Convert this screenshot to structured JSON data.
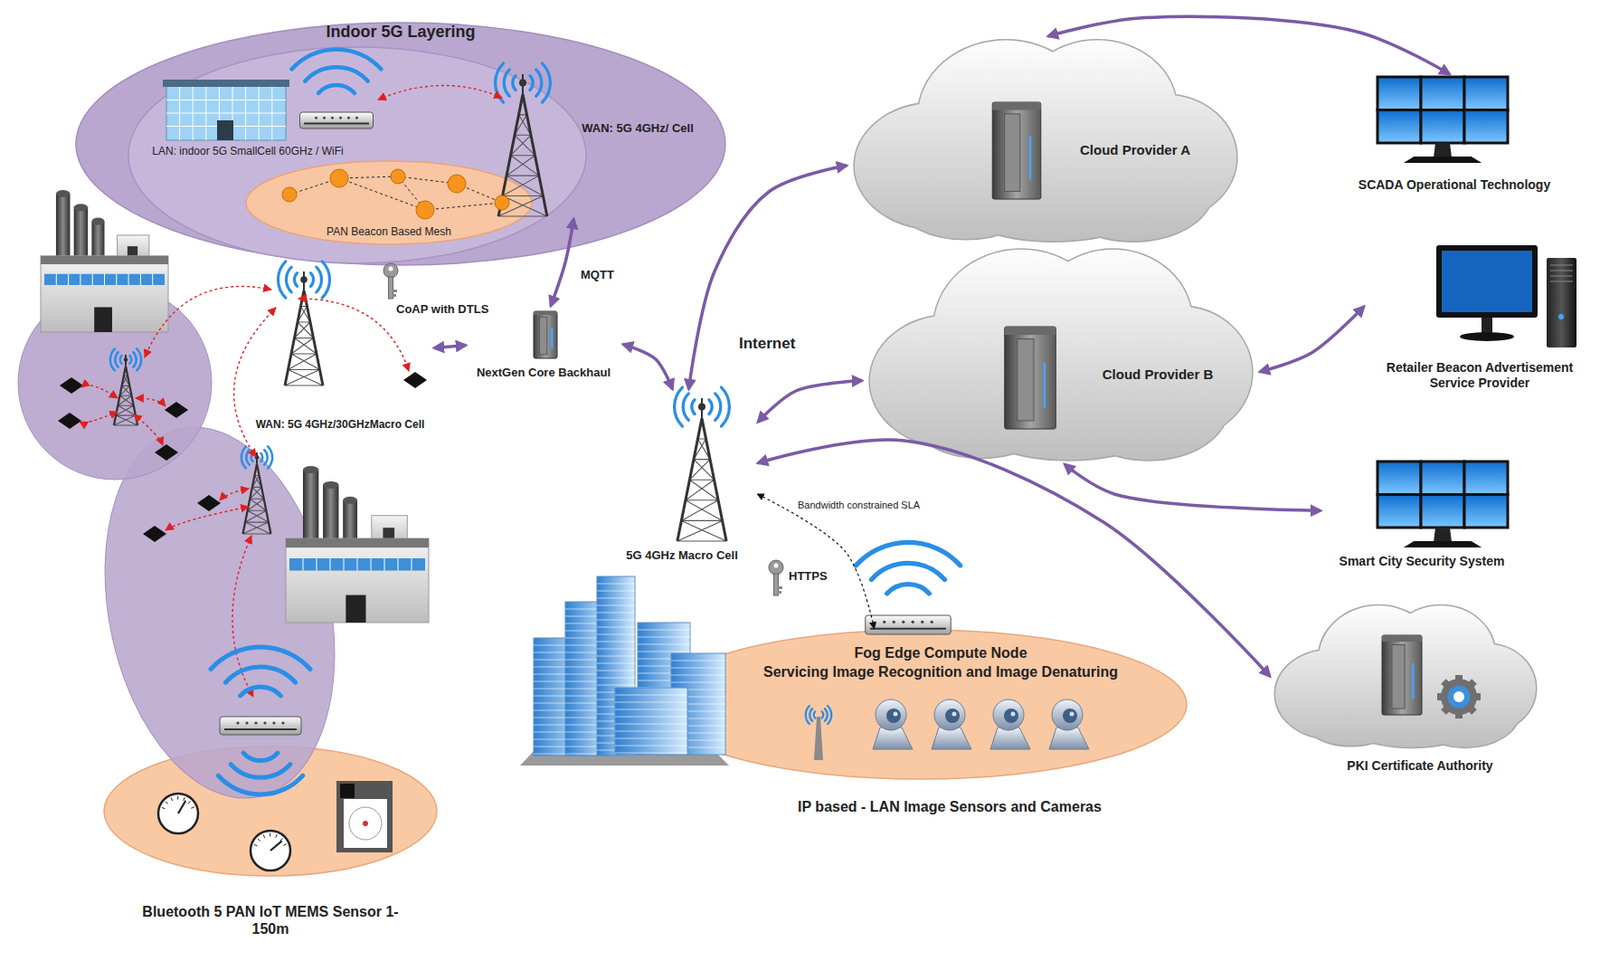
{
  "diagram": {
    "nodes": [
      {
        "text": [
          "Indoor 5G Layering"
        ]
      },
      {
        "text": [
          "LAN: indoor 5G SmallCell 60GHz / WiFi"
        ],
        "in": 0
      },
      {
        "text": [
          "PAN Beacon Based Mesh"
        ],
        "in": 1
      },
      {
        "text": [
          "WAN: 5G 4GHz/ Cell"
        ],
        "in": 0
      },
      {
        "text": [
          "WAN: 5G 4GHz/30GHzMacro Cell"
        ]
      },
      {
        "text": [
          "NextGen Core Backhaul"
        ]
      },
      {
        "text": [
          "5G 4GHz Macro Cell"
        ]
      },
      {
        "text": [
          "Fog Edge Compute Node",
          "Servicing Image Recognition and Image Denaturing",
          "IP based - LAN Image Sensors and Cameras"
        ]
      },
      {
        "text": [
          "Cloud Provider A"
        ]
      },
      {
        "text": [
          "Cloud Provider B"
        ]
      },
      {
        "text": [
          "PKI Certificate Authority"
        ]
      },
      {
        "text": [
          "SCADA Operational Technology"
        ]
      },
      {
        "text": [
          "Retailer Beacon Advertisement Service Provider"
        ]
      },
      {
        "text": [
          "Smart City Security System"
        ]
      },
      {
        "text": [
          "Bluetooth 5 PAN IoT MEMS Sensor 1-150m"
        ]
      }
    ],
    "edges": [
      {
        "from": 5,
        "to": 3,
        "arrow": "both",
        "label": "MQTT"
      },
      {
        "from": 4,
        "to": 5,
        "arrow": "both",
        "label": "CoAP with DTLS"
      },
      {
        "from": 5,
        "to": 6,
        "arrow": "both"
      },
      {
        "from": 6,
        "to": 8,
        "arrow": "both"
      },
      {
        "from": 6,
        "to": 9,
        "arrow": "both"
      },
      {
        "from": 6,
        "to": 10,
        "arrow": "both"
      },
      {
        "from": 8,
        "to": 11,
        "arrow": "both"
      },
      {
        "from": 9,
        "to": 12,
        "arrow": "both"
      },
      {
        "from": 9,
        "to": 13,
        "arrow": "both"
      },
      {
        "from": 6,
        "to": 7,
        "arrow": "both",
        "label": "Bandwidth constrained SLA"
      }
    ],
    "labels": [
      "Internet",
      "HTTPS"
    ]
  }
}
